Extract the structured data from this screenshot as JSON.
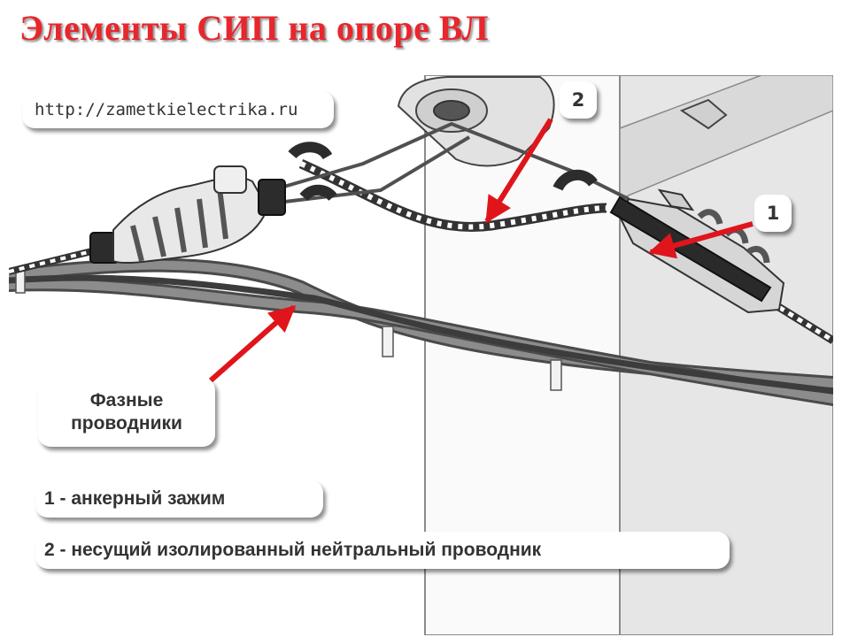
{
  "title": "Элементы СИП на опоре ВЛ",
  "watermark": "http://zametkielectrika.ru",
  "callouts": {
    "num_1": "1",
    "num_2": "2",
    "phase_line1": "Фазные",
    "phase_line2": "проводники"
  },
  "legend": {
    "item_1": "1 - анкерный зажим",
    "item_2": "2 - несущий изолированный нейтральный проводник"
  },
  "colors": {
    "title": "#e8262c",
    "arrow": "#e0151c",
    "pole": "#e6e6e6",
    "cable": "#6e6e6e"
  }
}
